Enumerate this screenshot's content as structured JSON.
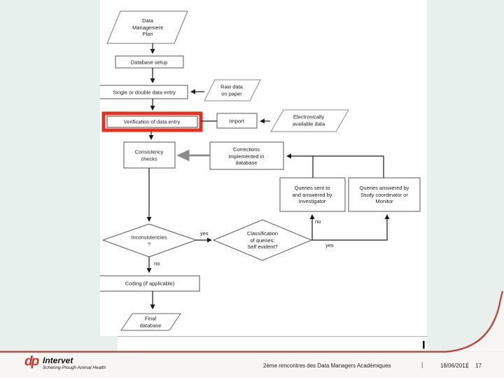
{
  "slide": {
    "flowchart": {
      "nodes": {
        "dmp": "Data\nManagement\nPlan",
        "database_setup": "Database setup",
        "data_entry": "Single or double data entry",
        "raw_data": "Raw data\non paper",
        "verification": "Verification of data entry",
        "import": "Import",
        "electronic": "Electronically\navailable data",
        "consistency": "Consistency\nchecks",
        "corrections": "Corrections\nimplemented in\ndatabase",
        "queries_investigator": "Queries sent to\nand answered by\nInvestigator",
        "queries_monitor": "Queries answered by\nStudy coordinator or\nMonitor",
        "inconsistencies": "Inconsistencies\n?",
        "classification": "Classification\nof queries:\nSelf evident?",
        "coding": "Coding (if applicable)",
        "final_db": "Final\ndatabase"
      },
      "labels": {
        "yes_inconsistencies": "yes",
        "no_inconsistencies": "no",
        "no_classification": "no",
        "yes_classification": "yes"
      },
      "highlight_color": "#e6311f"
    },
    "footer": {
      "logo_monogram": "dp",
      "logo_name": "Intervet",
      "logo_sub": "Schering-Plough Animal Health",
      "event": "2ème rencontres des Data Managers Académiques",
      "separator": "|",
      "date": "18/06/2011",
      "page": "17",
      "line_color": "#be4a47"
    }
  }
}
